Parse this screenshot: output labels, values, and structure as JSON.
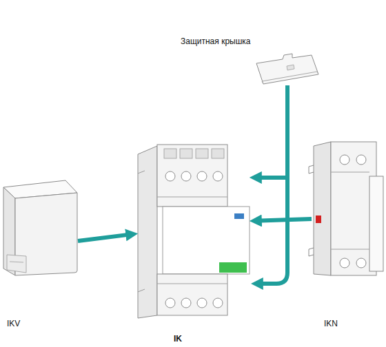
{
  "diagram": {
    "nodes": [
      {
        "text": [
          "Защитная крышка"
        ]
      },
      {
        "text": [
          "IKV"
        ]
      },
      {
        "text": [
          "IK"
        ]
      },
      {
        "text": [
          "IKN"
        ]
      }
    ],
    "edges": [
      {
        "from": 0,
        "to": 2,
        "arrow": "to"
      },
      {
        "from": 1,
        "to": 2,
        "arrow": "to"
      },
      {
        "from": 3,
        "to": 2,
        "arrow": "to"
      }
    ]
  }
}
